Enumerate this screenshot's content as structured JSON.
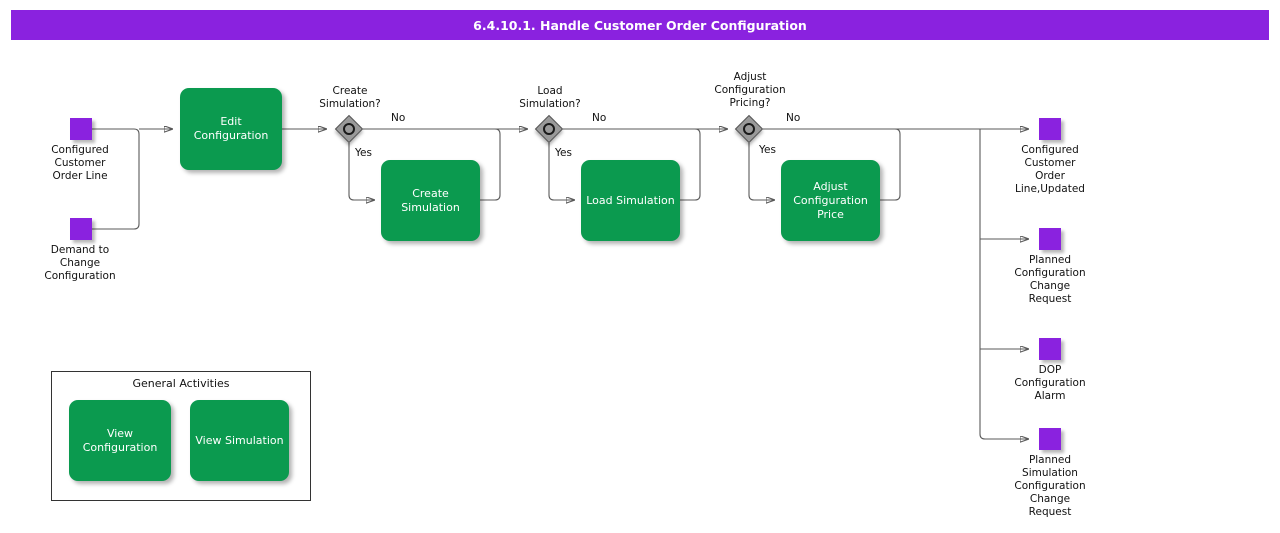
{
  "header": {
    "title": "6.4.10.1. Handle Customer Order Configuration",
    "background": "#8A22DF",
    "text_color": "#FFFFFF"
  },
  "palette": {
    "task_green": "#0B9A4F",
    "data_purple": "#8A22DF",
    "gateway_gray": "#9A9A9A",
    "connector": "#595959"
  },
  "inputs": [
    {
      "name": "configured-customer-order-line",
      "label": "Configured\nCustomer\nOrder Line"
    },
    {
      "name": "demand-to-change-configuration",
      "label": "Demand to\nChange\nConfiguration"
    }
  ],
  "tasks": [
    {
      "name": "edit-configuration",
      "label": "Edit\nConfiguration"
    },
    {
      "name": "create-simulation",
      "label": "Create\nSimulation"
    },
    {
      "name": "load-simulation",
      "label": "Load Simulation"
    },
    {
      "name": "adjust-configuration-price",
      "label": "Adjust\nConfiguration\nPrice"
    }
  ],
  "gateways": [
    {
      "name": "create-simulation-gateway",
      "label": "Create\nSimulation?",
      "yes": "Yes",
      "no": "No"
    },
    {
      "name": "load-simulation-gateway",
      "label": "Load\nSimulation?",
      "yes": "Yes",
      "no": "No"
    },
    {
      "name": "adjust-configuration-pricing-gateway",
      "label": "Adjust\nConfiguration\nPricing?",
      "yes": "Yes",
      "no": "No"
    }
  ],
  "outputs": [
    {
      "name": "configured-customer-order-line-updated",
      "label": "Configured\nCustomer\nOrder\nLine,Updated"
    },
    {
      "name": "planned-configuration-change-request",
      "label": "Planned\nConfiguration\nChange\nRequest"
    },
    {
      "name": "dop-configuration-alarm",
      "label": "DOP\nConfiguration\nAlarm"
    },
    {
      "name": "planned-simulation-configuration-change-request",
      "label": "Planned\nSimulation\nConfiguration\nChange\nRequest"
    }
  ],
  "general_activities": {
    "title": "General Activities",
    "items": [
      {
        "name": "view-configuration",
        "label": "View\nConfiguration"
      },
      {
        "name": "view-simulation",
        "label": "View Simulation"
      }
    ]
  }
}
